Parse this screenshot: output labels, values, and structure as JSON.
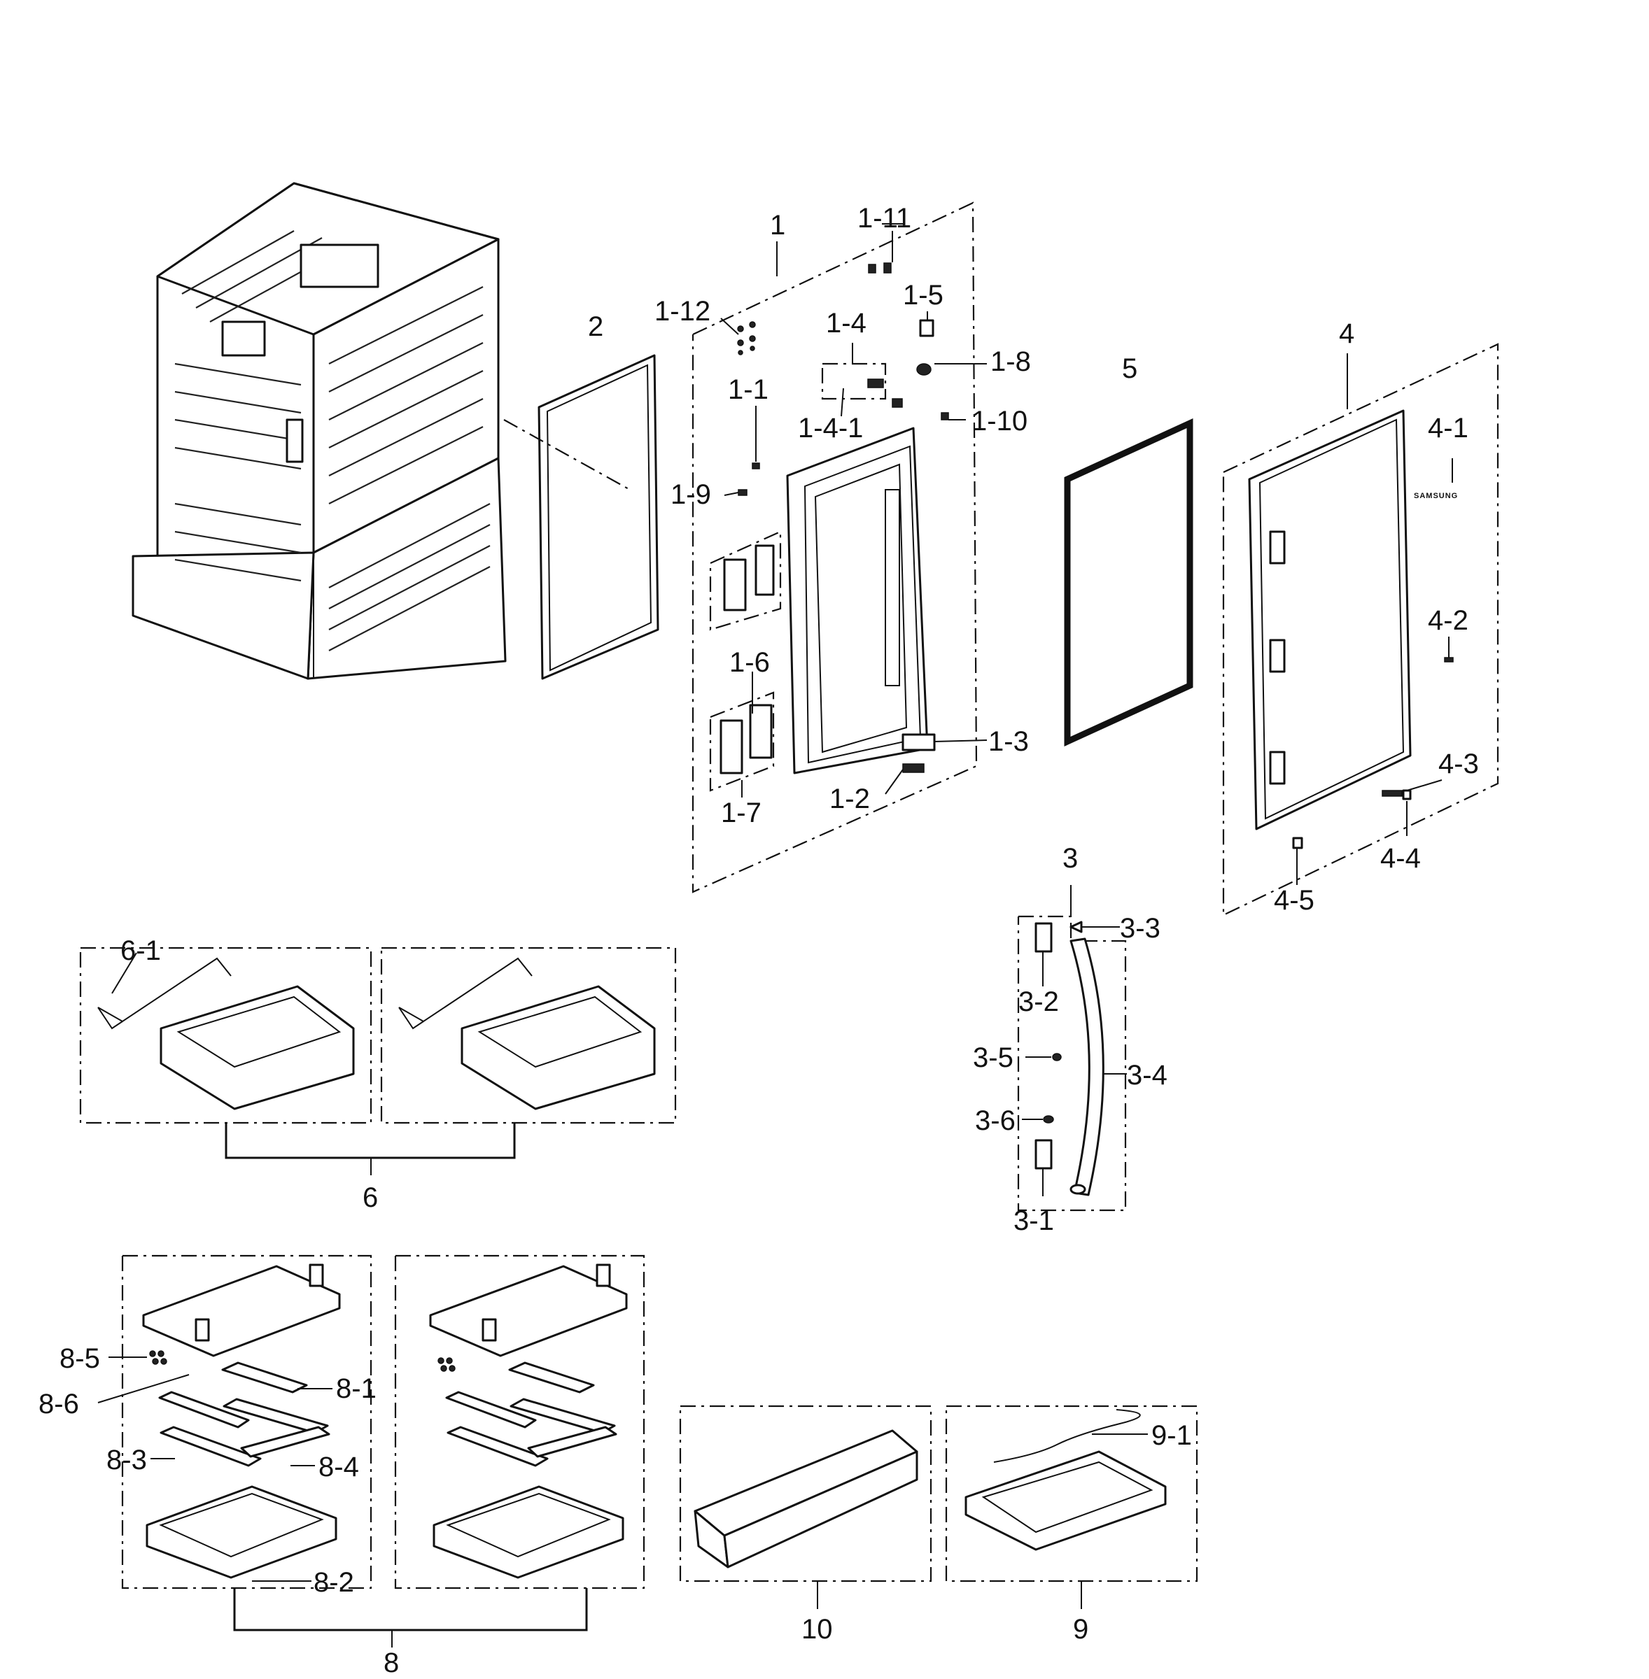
{
  "labels": {
    "p1": "1",
    "p1_1": "1-1",
    "p1_2": "1-2",
    "p1_3": "1-3",
    "p1_4": "1-4",
    "p1_4_1": "1-4-1",
    "p1_5": "1-5",
    "p1_6": "1-6",
    "p1_7": "1-7",
    "p1_8": "1-8",
    "p1_9": "1-9",
    "p1_10": "1-10",
    "p1_11": "1-11",
    "p1_12": "1-12",
    "p2": "2",
    "p3": "3",
    "p3_1": "3-1",
    "p3_2": "3-2",
    "p3_3": "3-3",
    "p3_4": "3-4",
    "p3_5": "3-5",
    "p3_6": "3-6",
    "p4": "4",
    "p4_1": "4-1",
    "p4_2": "4-2",
    "p4_3": "4-3",
    "p4_4": "4-4",
    "p4_5": "4-5",
    "p5": "5",
    "p6": "6",
    "p6_1": "6-1",
    "p8": "8",
    "p8_1": "8-1",
    "p8_2": "8-2",
    "p8_3": "8-3",
    "p8_4": "8-4",
    "p8_5": "8-5",
    "p8_6": "8-6",
    "p9": "9",
    "p9_1": "9-1",
    "p10": "10"
  },
  "door_logo": "SAMSUNG"
}
